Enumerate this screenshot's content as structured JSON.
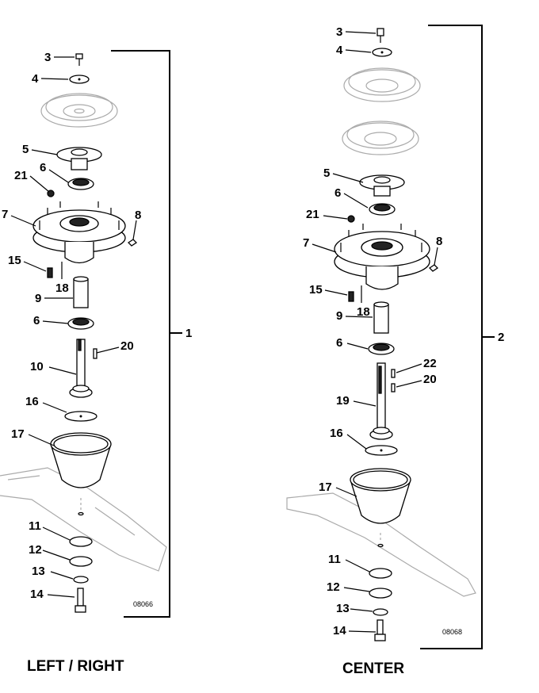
{
  "left_assembly": {
    "caption": "LEFT / RIGHT",
    "bracket_label": "1",
    "drawing_code": "08066",
    "callouts": [
      "3",
      "4",
      "5",
      "21",
      "6",
      "7",
      "8",
      "15",
      "18",
      "9",
      "6",
      "20",
      "10",
      "16",
      "17",
      "11",
      "12",
      "13",
      "14"
    ]
  },
  "center_assembly": {
    "caption": "CENTER",
    "bracket_label": "2",
    "drawing_code": "08068",
    "callouts": [
      "3",
      "4",
      "5",
      "6",
      "21",
      "7",
      "8",
      "15",
      "18",
      "9",
      "6",
      "22",
      "20",
      "19",
      "16",
      "17",
      "11",
      "12",
      "13",
      "14"
    ]
  }
}
